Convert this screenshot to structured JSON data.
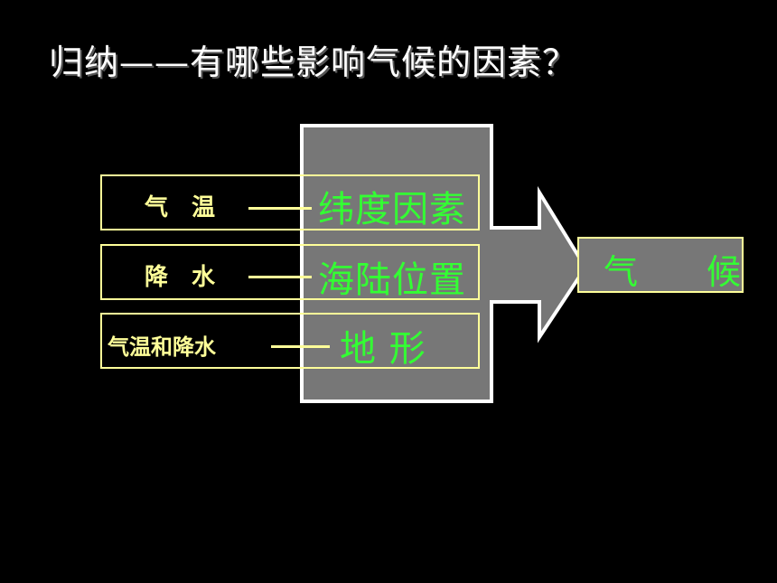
{
  "title": "归纳——有哪些影响气候的因素？",
  "rows": [
    {
      "element": "气　温",
      "factor": "纬度因素"
    },
    {
      "element": "降　水",
      "factor": "海陆位置"
    },
    {
      "element": "气温和降水",
      "factor": "地  形"
    }
  ],
  "result": "气　　候",
  "colors": {
    "background": "#000000",
    "title": "#ffffff",
    "label": "#ffff99",
    "factor": "#33ff33",
    "arrow_fill": "#777777",
    "arrow_outline": "#ffffff"
  }
}
